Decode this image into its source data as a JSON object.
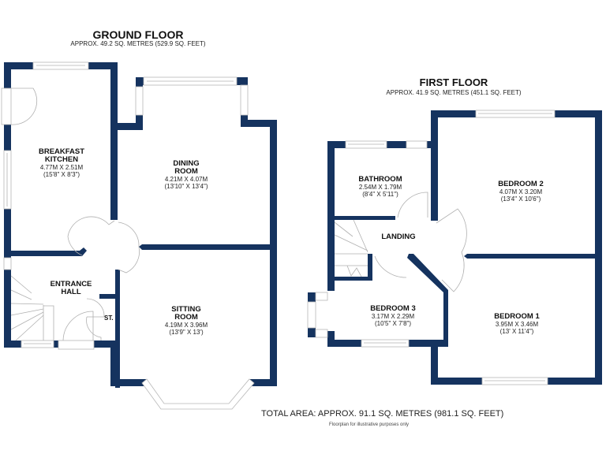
{
  "colors": {
    "wall": "#15335f",
    "window": "#ffffff",
    "fixture_line": "#b0b0b0"
  },
  "ground_floor": {
    "title": "GROUND FLOOR",
    "area": "APPROX. 49.2 SQ. METRES (529.9 SQ. FEET)",
    "rooms": [
      {
        "name_1": "BREAKFAST",
        "name_2": "KITCHEN",
        "metric": "4.77M X 2.51M",
        "imperial": "(15'8\" X 8'3\")"
      },
      {
        "name_1": "DINING",
        "name_2": "ROOM",
        "metric": "4.21M X 4.07M",
        "imperial": "(13'10\" X 13'4\")"
      },
      {
        "name_1": "ENTRANCE",
        "name_2": "HALL"
      },
      {
        "name_1": "SITTING",
        "name_2": "ROOM",
        "metric": "4.19M X 3.96M",
        "imperial": "(13'9\" X 13')"
      }
    ],
    "store_label": "ST."
  },
  "first_floor": {
    "title": "FIRST FLOOR",
    "area": "APPROX. 41.9 SQ. METRES (451.1 SQ. FEET)",
    "rooms": [
      {
        "name": "BATHROOM",
        "metric": "2.54M X 1.79M",
        "imperial": "(8'4\" X 5'11\")"
      },
      {
        "name": "BEDROOM 2",
        "metric": "4.07M X 3.20M",
        "imperial": "(13'4\" X 10'6\")"
      },
      {
        "name": "LANDING"
      },
      {
        "name": "BEDROOM 3",
        "metric": "3.17M X 2.29M",
        "imperial": "(10'5\" X 7'8\")"
      },
      {
        "name": "BEDROOM 1",
        "metric": "3.95M X 3.46M",
        "imperial": "(13' X 11'4\")"
      }
    ]
  },
  "footer": {
    "total_area": "TOTAL AREA: APPROX. 91.1 SQ. METRES (981.1 SQ. FEET)",
    "disclaimer": "Floorplan for illustrative purposes only"
  }
}
